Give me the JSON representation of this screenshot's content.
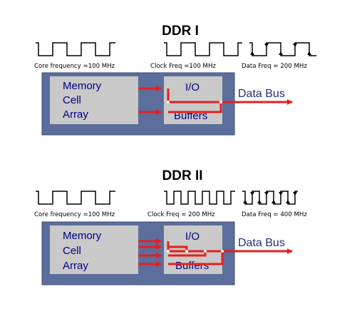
{
  "ddr1": {
    "title": "DDR I",
    "core_freq": "Core frequency =100 MHz",
    "clock_freq": "Clock Freq =100 MHz",
    "data_freq": "Data Freq = 200 MHz",
    "memory_label": [
      "Memory",
      "Cell",
      "Array"
    ],
    "io_label": "I/O",
    "buffers_label": "Buffers",
    "bus_label": "Data Bus"
  },
  "ddr2": {
    "title": "DDR II",
    "core_freq": "Core frequency =100 MHz",
    "clock_freq": "Clock Freq = 200 MHz",
    "data_freq": "Data Freq = 400 MHz",
    "memory_label": [
      "Memory",
      "Cell",
      "Array"
    ],
    "io_label": "I/O",
    "buffers_label": "Buffers",
    "bus_label": "Data Bus"
  },
  "colors": {
    "panel": "#5b6e9c",
    "inner_box": "#c9c9c9",
    "signal": "#e61e1e",
    "text_blue": "#000080"
  }
}
